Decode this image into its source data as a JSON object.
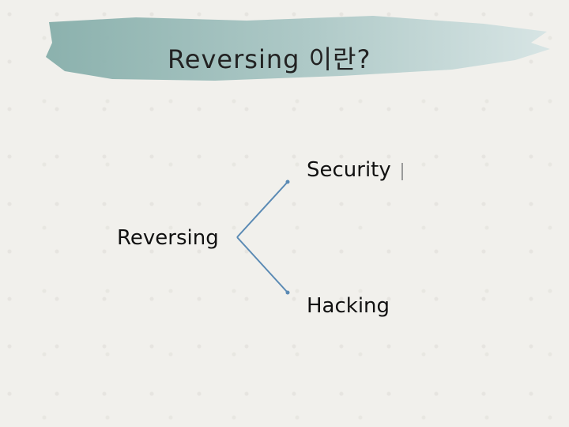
{
  "slide": {
    "title": "Reversing 이란?",
    "accent_color": "#8fb4b4",
    "line_color": "#5a8ab4"
  },
  "tree": {
    "root": "Reversing",
    "children": [
      "Security",
      "Hacking"
    ]
  }
}
